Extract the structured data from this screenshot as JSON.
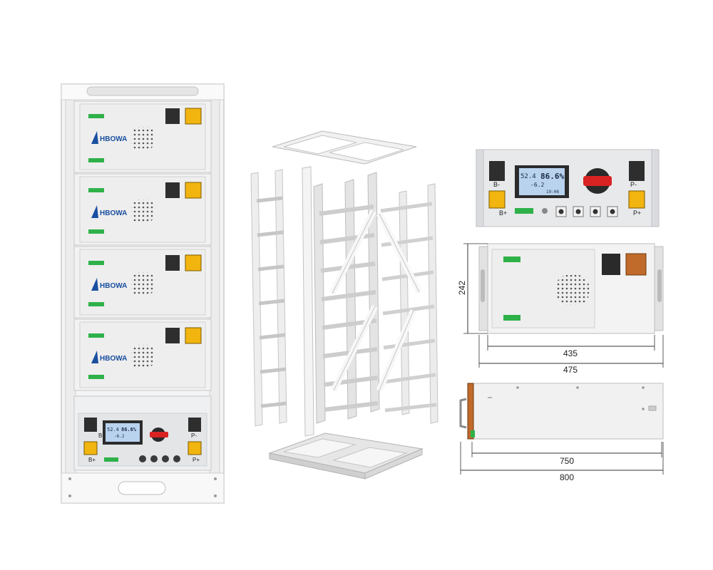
{
  "brand": {
    "name": "HBOWA"
  },
  "display": {
    "voltage": "52.4",
    "percent": "86.6%",
    "current": "-6.2",
    "time": "19:06"
  },
  "terminals": {
    "b_minus": "B-",
    "b_plus": "B+",
    "p_minus": "P-",
    "p_plus": "P+"
  },
  "dimensions": {
    "front_height": "242",
    "front_inner_width": "435",
    "front_outer_width": "475",
    "side_inner_length": "750",
    "side_outer_length": "800"
  },
  "colors": {
    "chassis": "#f3f3f3",
    "panel": "#e6e7e8",
    "rack": "#dcdcdc",
    "green": "#2fb14a",
    "yellow": "#f2b40f",
    "red": "#d92222",
    "lcd": "#b9d3ee",
    "bronze": "#c06a2c"
  }
}
